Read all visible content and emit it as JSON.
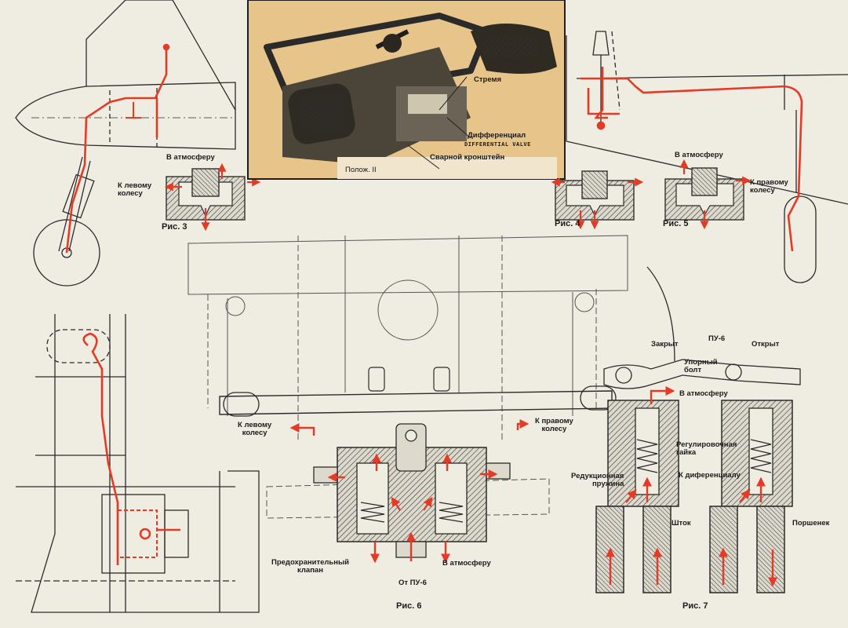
{
  "colors": {
    "paper": "#efece2",
    "ink": "#2b2b2b",
    "red": "#e53a26",
    "photo_bg": "#e7c58a"
  },
  "photo": {
    "labels": {
      "stirrup": "Стремя",
      "position": "Полож. II",
      "differential": "Дифференциал",
      "differential_en": "DIFFERENTIAL VALVE",
      "bracket": "Сварной кронштейн"
    }
  },
  "fig3": {
    "title": "Рис. 3",
    "atmosphere": "В атмосферу",
    "left_wheel": "К левому\nколесу"
  },
  "fig4": {
    "title": "Рис. 4"
  },
  "fig5": {
    "title": "Рис. 5",
    "atmosphere": "В атмосферу",
    "right_wheel": "К правому\nколесу"
  },
  "fig6": {
    "title": "Рис. 6",
    "left_wheel": "К левому\nколесу",
    "right_wheel": "К правому\nколесу",
    "safety_valve": "Предохранительный\nклапан",
    "atmosphere": "В атмосферу",
    "from_pu6": "От ПУ-6"
  },
  "fig7": {
    "title": "Рис. 7",
    "pu6": "ПУ-6",
    "closed": "Закрыт",
    "open": "Открыт",
    "stop_bolt": "Упорный\nболт",
    "atmosphere": "В атмосферу",
    "adjust_nut": "Регулировочная\nгайка",
    "reduction_spring": "Редукционная\nпружина",
    "to_differential": "К диференциалу",
    "rod": "Шток",
    "piston": "Поршенек"
  }
}
